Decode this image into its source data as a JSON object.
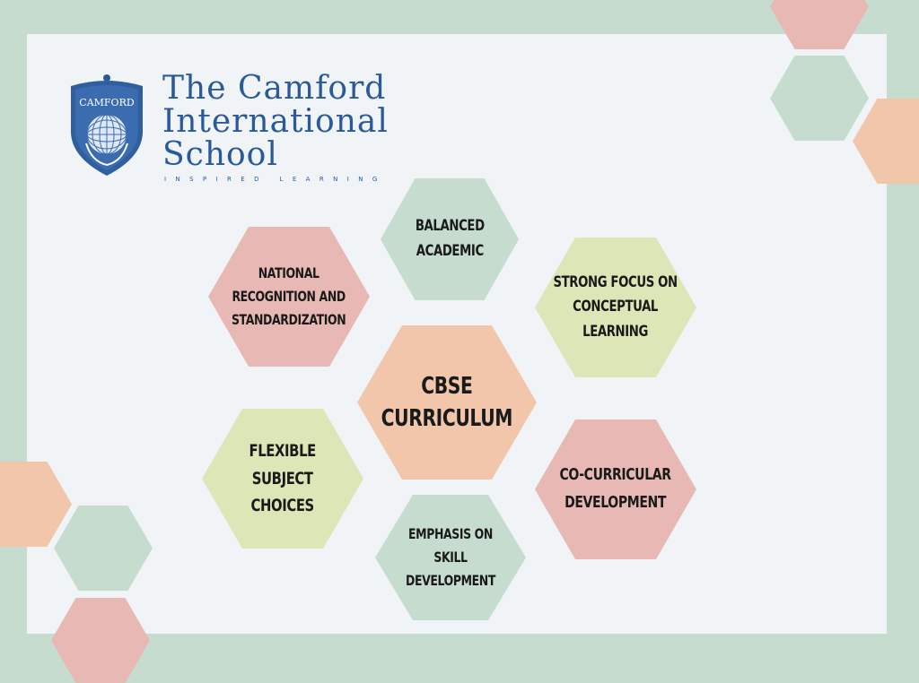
{
  "logo": {
    "crest_text": "CAMFORD",
    "school_name": "The Camford\nInternational\nSchool",
    "tagline": "INSPIRED LEARNING"
  },
  "diagram": {
    "center": "CBSE\nCURRICULUM",
    "nodes": [
      {
        "id": "national",
        "label": "National\nRecognition and\nStandardization"
      },
      {
        "id": "balanced",
        "label": "Balanced\nAcademic"
      },
      {
        "id": "strong",
        "label": "Strong Focus on\nConceptual\nLearning"
      },
      {
        "id": "flexible",
        "label": "Flexible\nSubject\nChoices"
      },
      {
        "id": "cocurricular",
        "label": "Co-Curricular\nDevelopment"
      },
      {
        "id": "emphasis",
        "label": "Emphasis on Skill\nDevelopment"
      }
    ]
  },
  "colors": {
    "pink": "#e8b9b4",
    "sage": "#c6dccf",
    "peach": "#f1c6aa",
    "lime": "#dde6b6",
    "brand_blue": "#2a5a9a"
  }
}
